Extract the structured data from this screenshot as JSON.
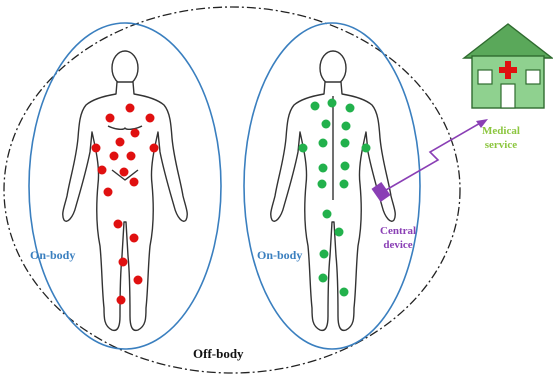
{
  "labels": {
    "on_body_left": "On-body",
    "on_body_right": "On-body",
    "off_body": "Off-body",
    "central_device_line1": "Central",
    "central_device_line2": "device",
    "medical_service_line1": "Medical",
    "medical_service_line2": "service"
  },
  "colors": {
    "ellipse_stroke": "#3a7fbf",
    "outer_dash": "#222222",
    "sensor_front": "#e01010",
    "sensor_back": "#22b14c",
    "device": "#8a3fb5",
    "house_wall": "#8fd18f",
    "house_roof": "#5aa85a",
    "cross": "#e01010"
  },
  "icons": [
    "house-icon",
    "red-cross-icon",
    "central-device-icon",
    "wireless-link-icon"
  ]
}
